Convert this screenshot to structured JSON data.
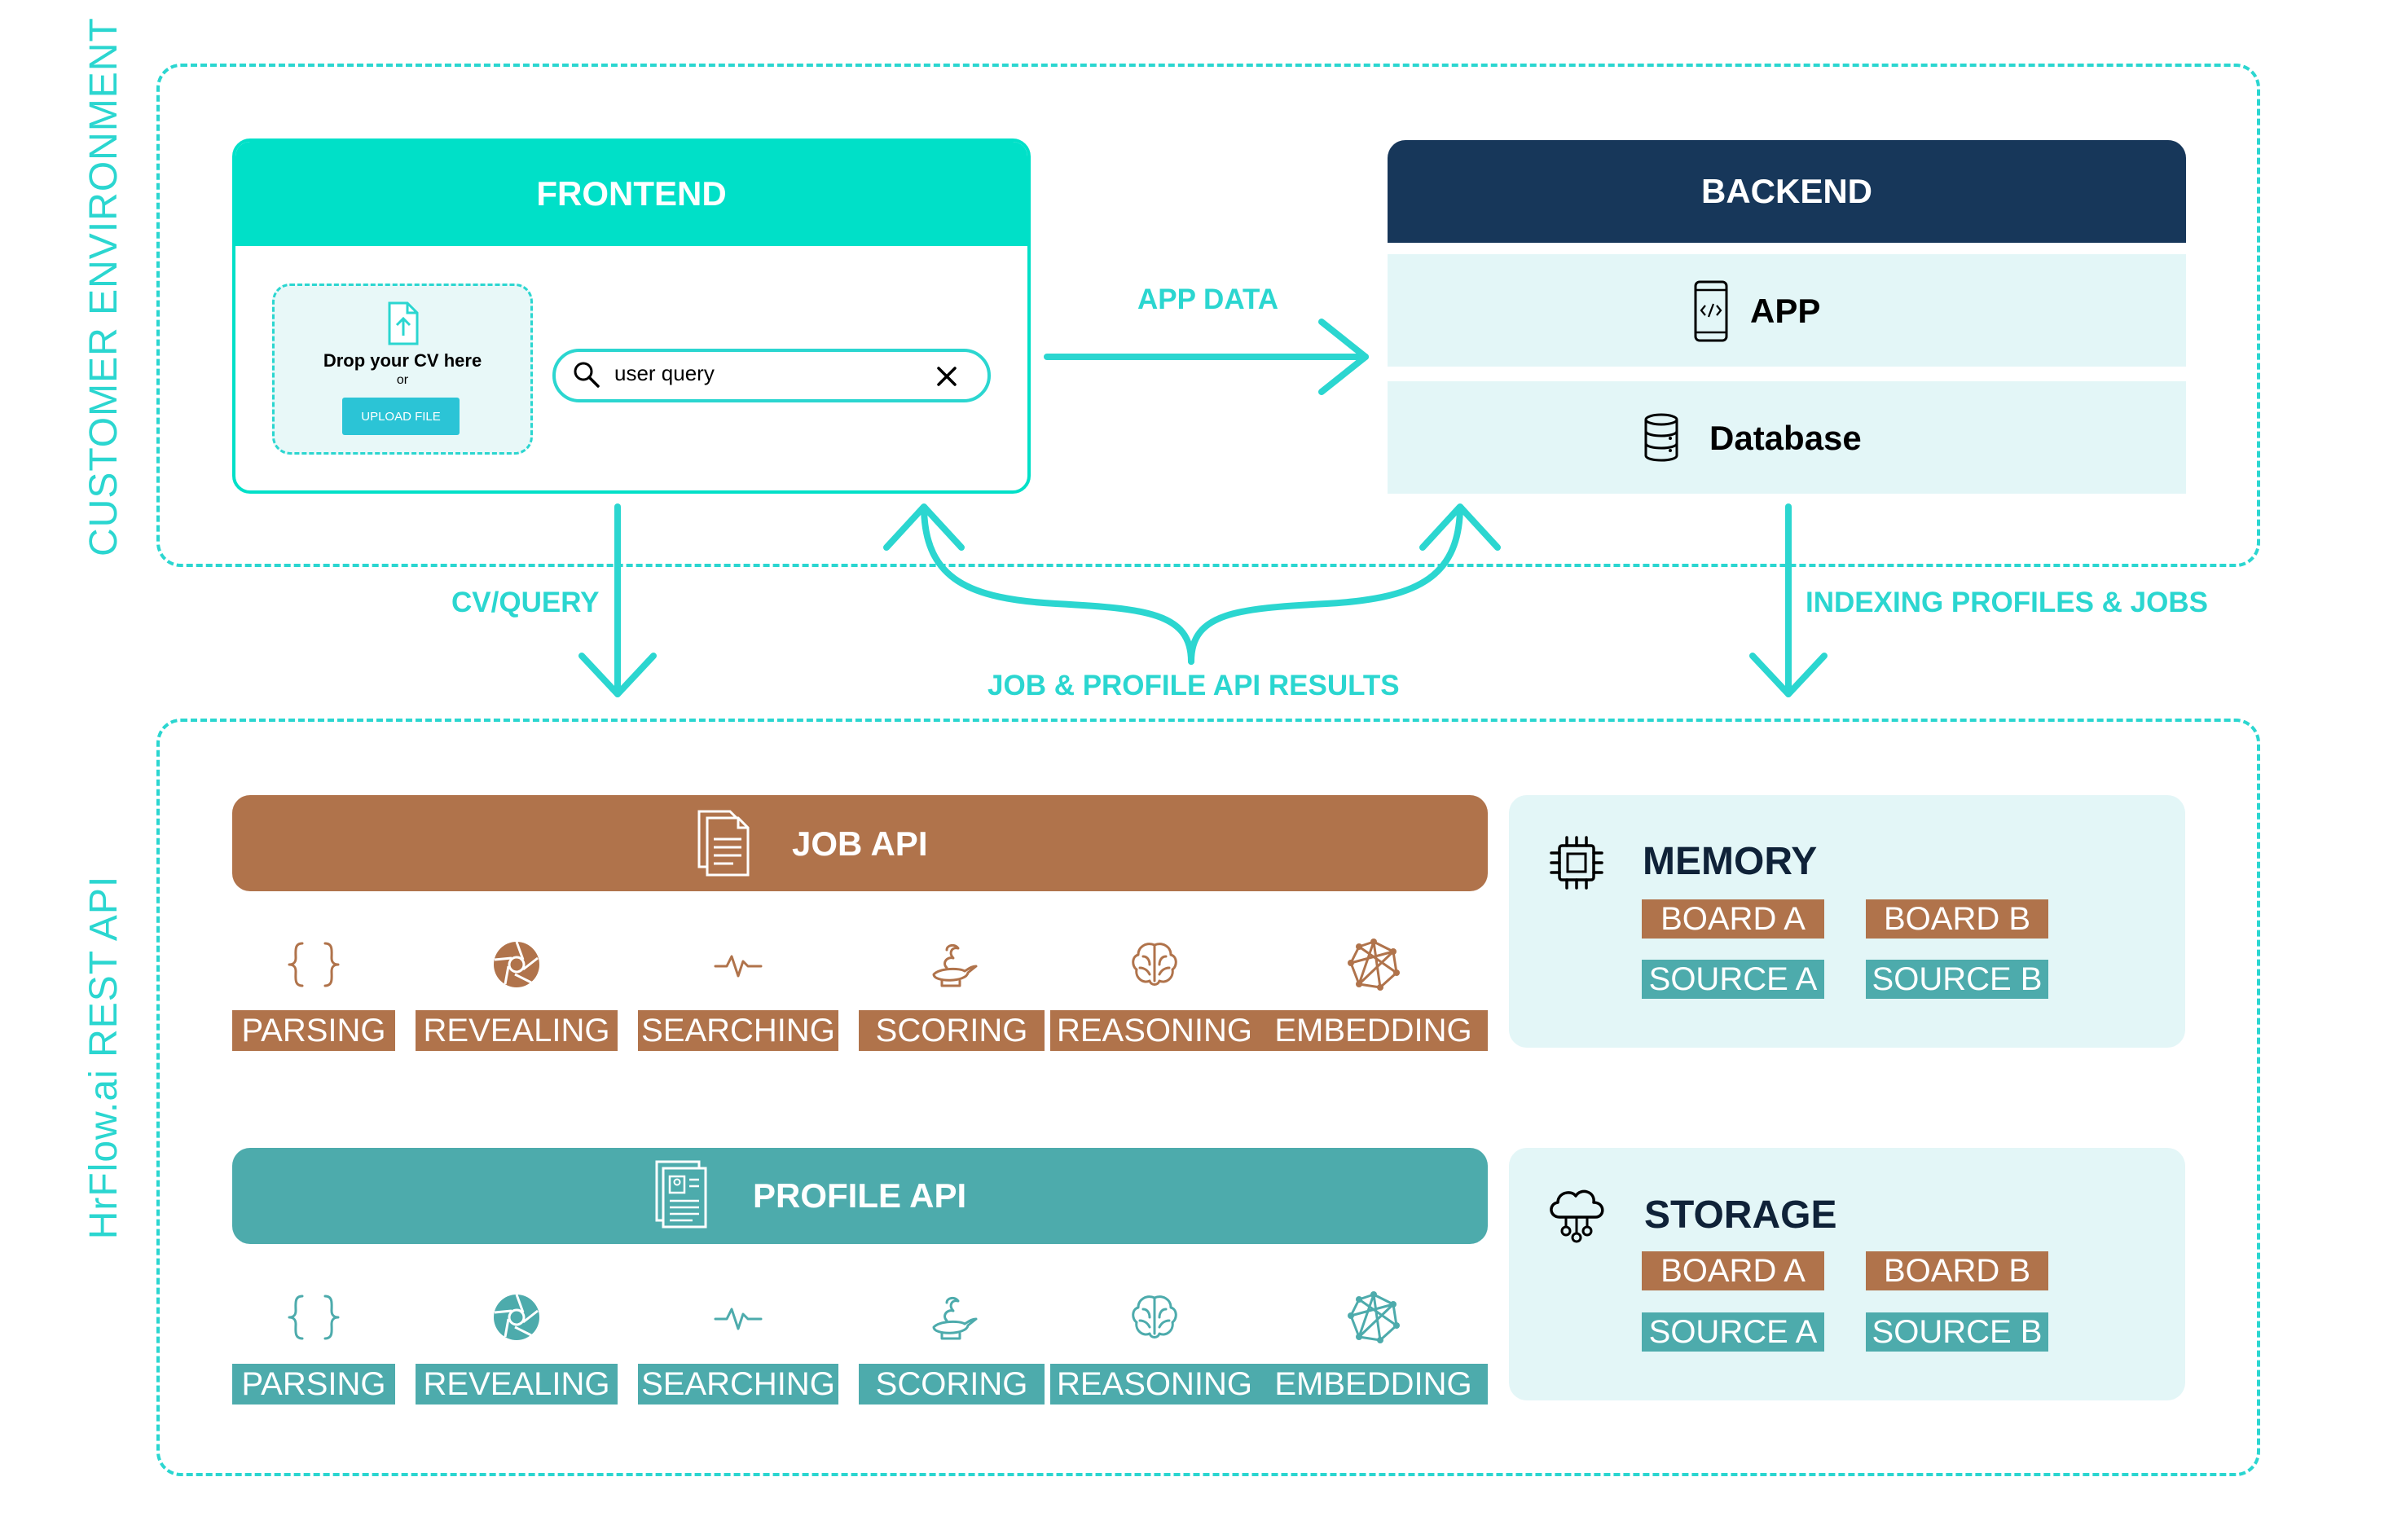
{
  "environment": {
    "customer_label": "CUSTOMER ENVIRONMENT",
    "api_label": "HrFlow.ai REST API"
  },
  "frontend": {
    "title": "FRONTEND",
    "dropzone": {
      "text": "Drop your CV here",
      "or": "or",
      "button": "UPLOAD FILE"
    },
    "search": {
      "value": "user query"
    }
  },
  "backend": {
    "title": "BACKEND",
    "app": "APP",
    "database": "Database"
  },
  "flows": {
    "app_data": "APP DATA",
    "cv_query": "CV/QUERY",
    "results": "JOB & PROFILE API RESULTS",
    "indexing": "INDEXING PROFILES & JOBS"
  },
  "job_api": {
    "title": "JOB API",
    "modules": [
      "PARSING",
      "REVEALING",
      "SEARCHING",
      "SCORING",
      "REASONING",
      "EMBEDDING"
    ]
  },
  "profile_api": {
    "title": "PROFILE API",
    "modules": [
      "PARSING",
      "REVEALING",
      "SEARCHING",
      "SCORING",
      "REASONING",
      "EMBEDDING"
    ]
  },
  "memory": {
    "title": "MEMORY",
    "boards": [
      "BOARD A",
      "BOARD B"
    ],
    "sources": [
      "SOURCE A",
      "SOURCE B"
    ]
  },
  "storage": {
    "title": "STORAGE",
    "boards": [
      "BOARD A",
      "BOARD B"
    ],
    "sources": [
      "SOURCE A",
      "SOURCE B"
    ]
  },
  "colors": {
    "accent": "#2bd6d0",
    "frontend_header": "#00e0c8",
    "backend_header": "#17375a",
    "backend_row": "#e3f6f7",
    "job": "#b0734b",
    "profile": "#4dabac",
    "store_panel": "#e3f6f7"
  }
}
